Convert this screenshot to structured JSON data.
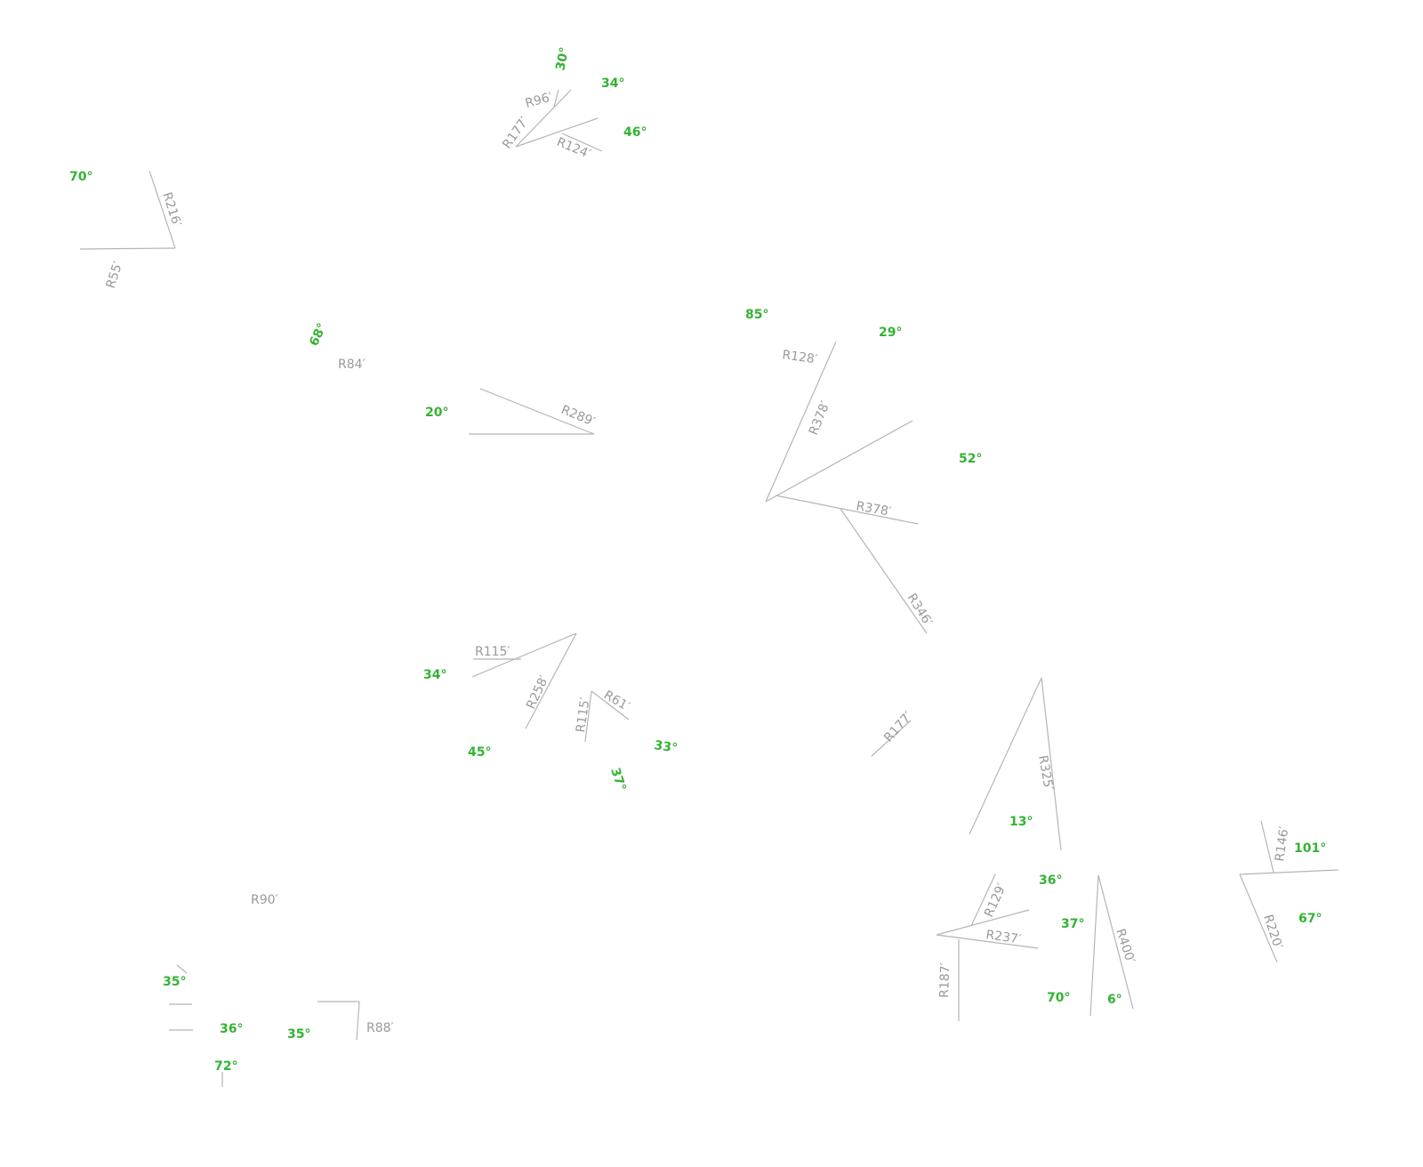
{
  "colors": {
    "line": "#b5b5b5",
    "radius_label": "#9a9a9a",
    "angle_label": "#33b333",
    "background": "#ffffff"
  },
  "radius_labels": [
    "R96′",
    "R177′",
    "R124′",
    "R216′",
    "R55′",
    "R84′",
    "R289′",
    "R128′",
    "R378′",
    "R378′",
    "R346′",
    "R115′",
    "R258′",
    "R115′",
    "R61′",
    "R177′",
    "R325′",
    "R146′",
    "R220′",
    "R129′",
    "R237′",
    "R187′",
    "R400′",
    "R90′",
    "R88′"
  ],
  "angle_labels": [
    "30°",
    "34°",
    "46°",
    "70°",
    "68°",
    "20°",
    "85°",
    "29°",
    "52°",
    "34°",
    "45°",
    "33°",
    "37°",
    "13°",
    "101°",
    "36°",
    "37°",
    "67°",
    "70°",
    "6°",
    "35°",
    "36°",
    "35°",
    "72°"
  ]
}
